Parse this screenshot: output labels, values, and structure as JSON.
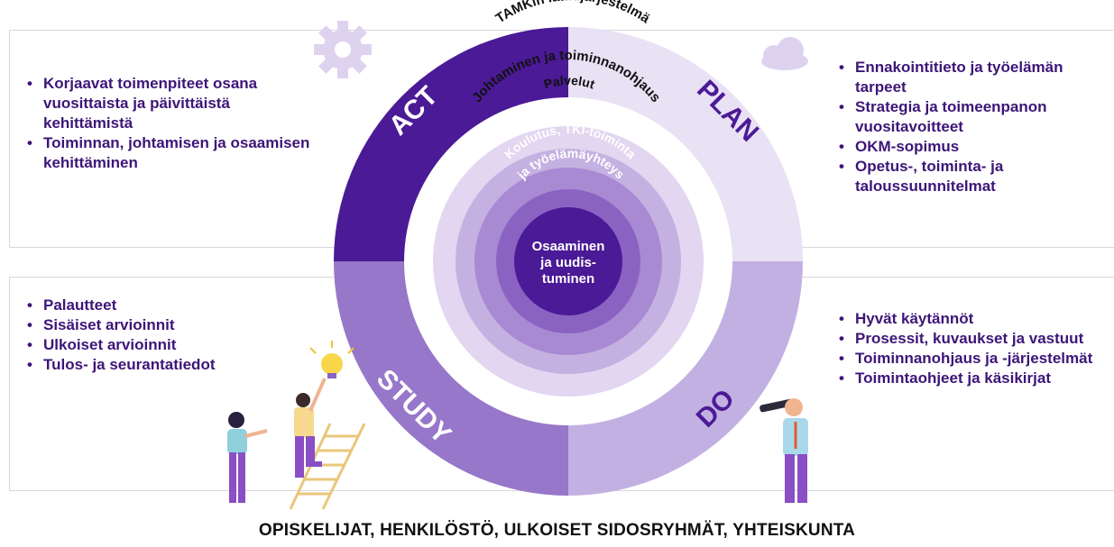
{
  "colors": {
    "act": "#4b1a96",
    "plan": "#e9e1f4",
    "study": "#9777c9",
    "do": "#c3b0e2",
    "ring2": "#e2d6f1",
    "ring3": "#c4b1e1",
    "ring4": "#a88ad3",
    "ring5": "#8a63c2",
    "center": "#4b1a96",
    "text_dark": "#3d1578"
  },
  "quadrants": {
    "act": {
      "label": "ACT"
    },
    "plan": {
      "label": "PLAN"
    },
    "study": {
      "label": "STUDY"
    },
    "do": {
      "label": "DO"
    }
  },
  "rings": {
    "ring1": "TAMKin laatujärjestelmä",
    "ring2": "Johtaminen ja toiminnanohjaus",
    "ring3": "Palvelut",
    "ring4_line1": "Koulutus, TKI-toiminta",
    "ring4_line2": "ja työelämäyhteys"
  },
  "center": {
    "line1": "Osaaminen",
    "line2": "ja uudis-",
    "line3": "tuminen"
  },
  "act_items": [
    "Korjaavat toimenpiteet osana vuosittaista ja päivittäistä kehittämistä",
    "Toiminnan, johtamisen ja osaamisen kehittäminen"
  ],
  "plan_items": [
    "Ennakointitieto ja työelämän tarpeet",
    "Strategia ja toimeenpanon vuositavoitteet",
    "OKM-sopimus",
    "Opetus-, toiminta- ja taloussuunnitelmat"
  ],
  "study_items": [
    "Palautteet",
    "Sisäiset arvioinnit",
    "Ulkoiset arvioinnit",
    "Tulos- ja seurantatiedot"
  ],
  "do_items": [
    "Hyvät käytännöt",
    "Prosessit, kuvaukset ja vastuut",
    "Toiminnanohjaus ja -järjestelmät",
    "Toimintaohjeet ja käsikirjat"
  ],
  "footer": "OPISKELIJAT, HENKILÖSTÖ, ULKOISET SIDOSRYHMÄT, YHTEISKUNTA"
}
